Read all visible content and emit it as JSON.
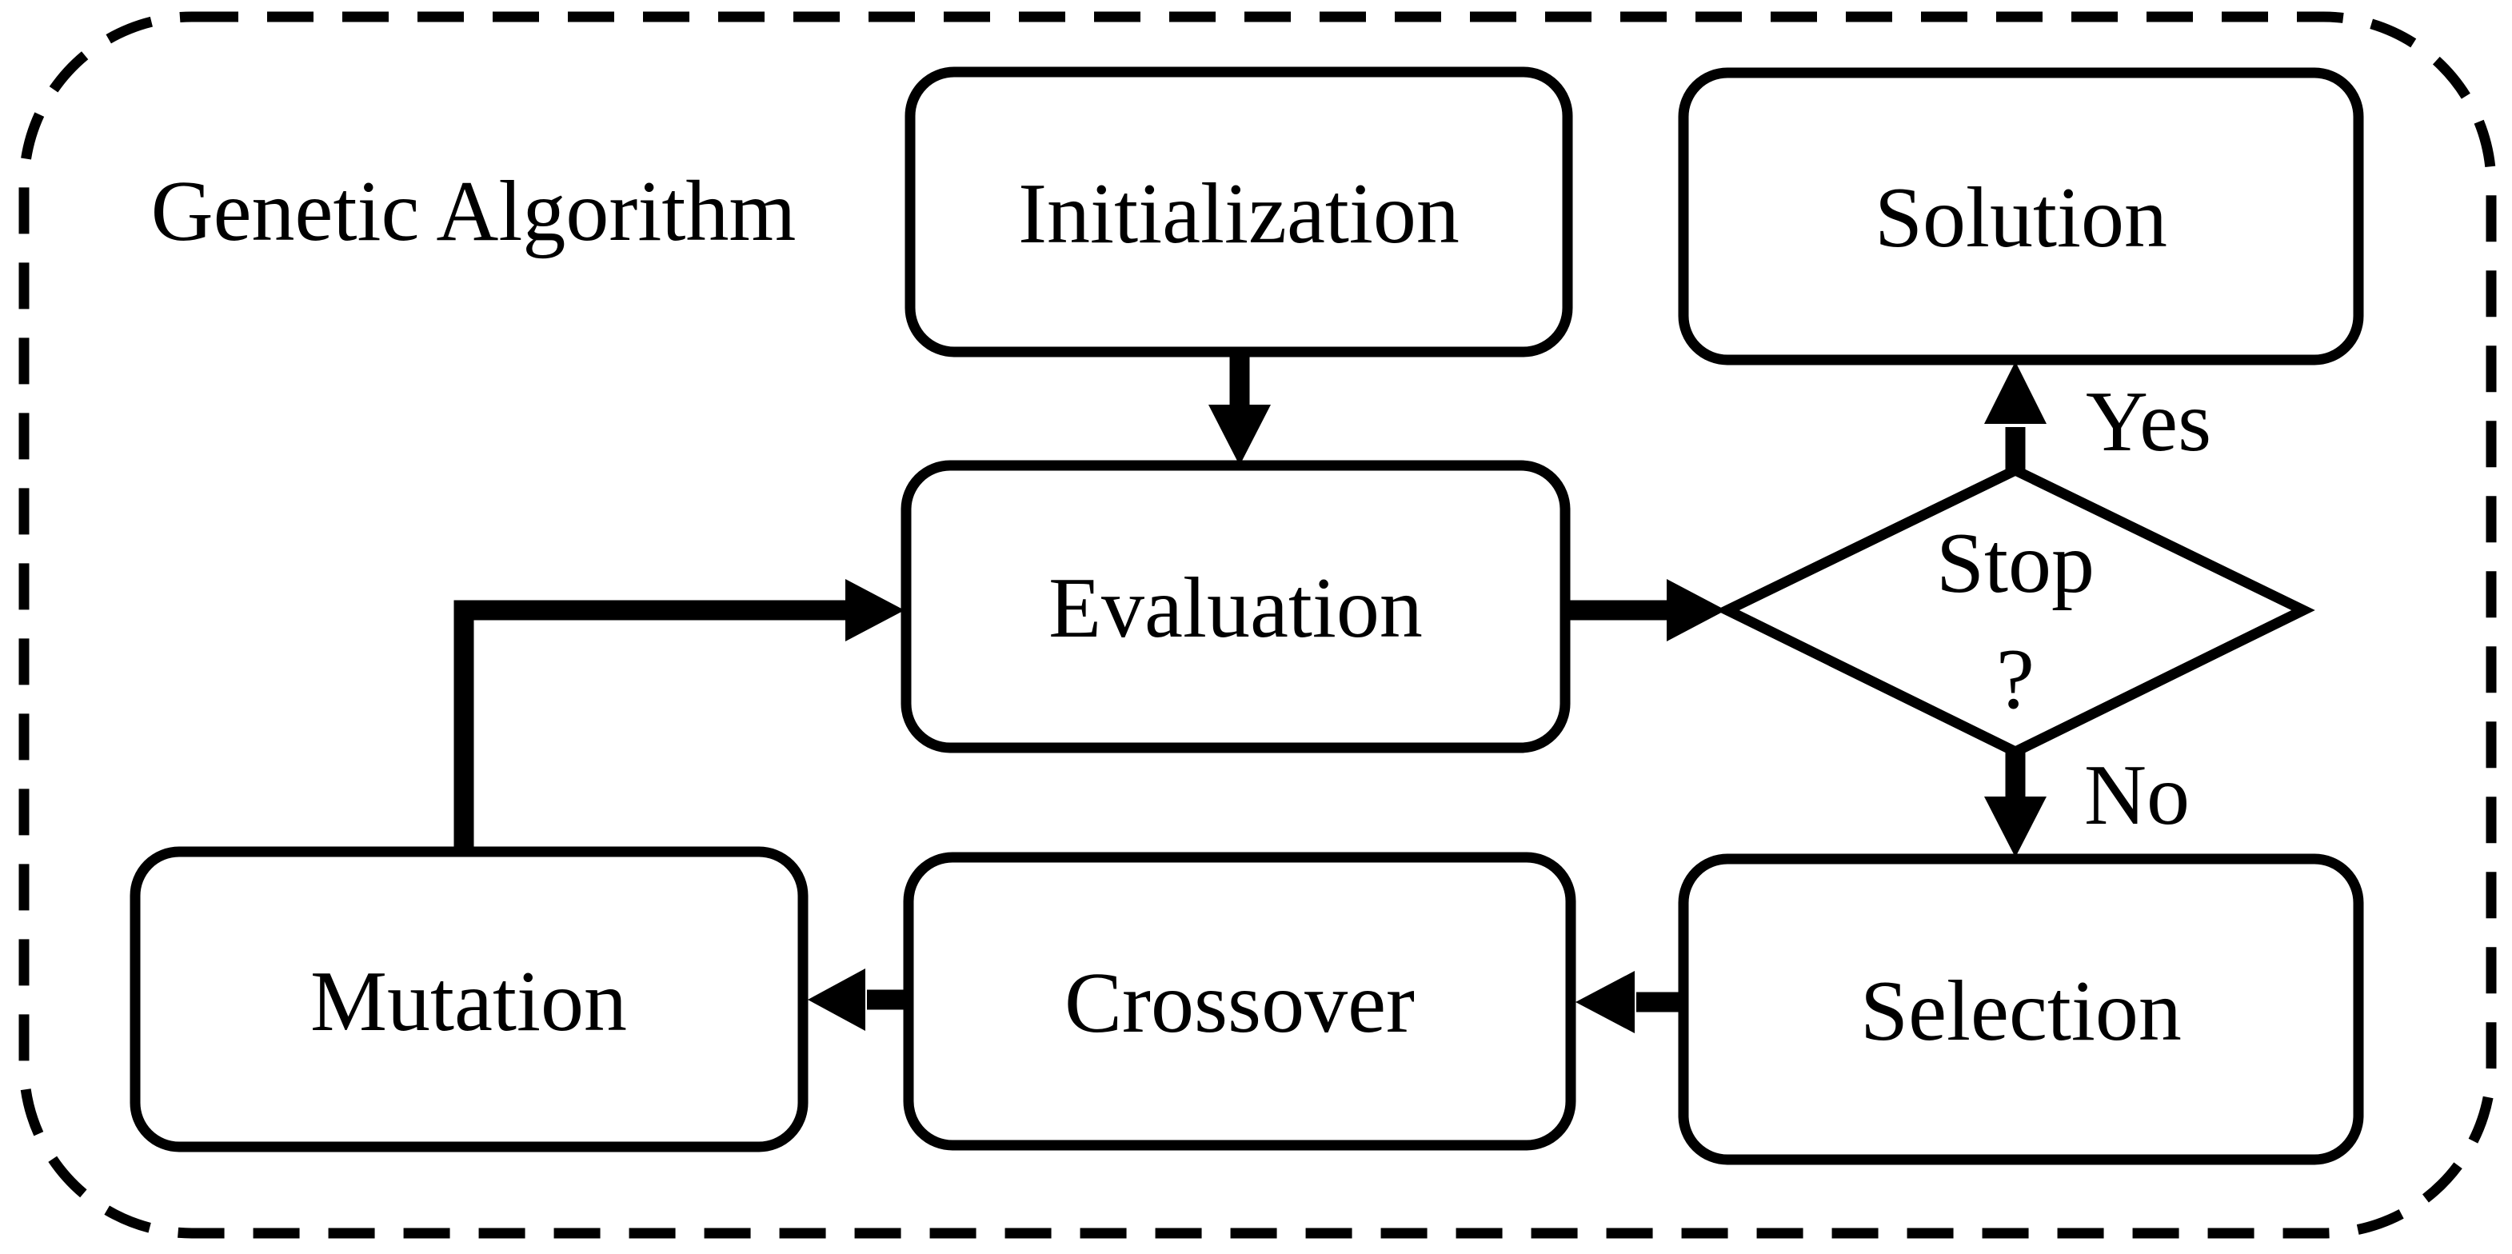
{
  "diagram": {
    "title": "Genetic Algorithm",
    "type": "flowchart",
    "colors": {
      "ink": "#000000",
      "background": "#ffffff"
    },
    "nodes": {
      "initialization": {
        "label": "Initialization",
        "shape": "rounded-rect"
      },
      "solution": {
        "label": "Solution",
        "shape": "rounded-rect"
      },
      "evaluation": {
        "label": "Evaluation",
        "shape": "rounded-rect"
      },
      "selection": {
        "label": "Selection",
        "shape": "rounded-rect"
      },
      "crossover": {
        "label": "Crossover",
        "shape": "rounded-rect"
      },
      "mutation": {
        "label": "Mutation",
        "shape": "rounded-rect"
      },
      "stop_decision": {
        "label_line1": "Stop",
        "label_line2": "?",
        "shape": "diamond"
      }
    },
    "edges": {
      "initialization_to_evaluation": {
        "from": "initialization",
        "to": "evaluation",
        "label": ""
      },
      "evaluation_to_stop": {
        "from": "evaluation",
        "to": "stop_decision",
        "label": ""
      },
      "stop_to_solution": {
        "from": "stop_decision",
        "to": "solution",
        "label": "Yes"
      },
      "stop_to_selection": {
        "from": "stop_decision",
        "to": "selection",
        "label": "No"
      },
      "selection_to_crossover": {
        "from": "selection",
        "to": "crossover",
        "label": ""
      },
      "crossover_to_mutation": {
        "from": "crossover",
        "to": "mutation",
        "label": ""
      },
      "mutation_to_evaluation": {
        "from": "mutation",
        "to": "evaluation",
        "label": ""
      }
    },
    "edge_labels": {
      "yes": "Yes",
      "no": "No"
    }
  }
}
